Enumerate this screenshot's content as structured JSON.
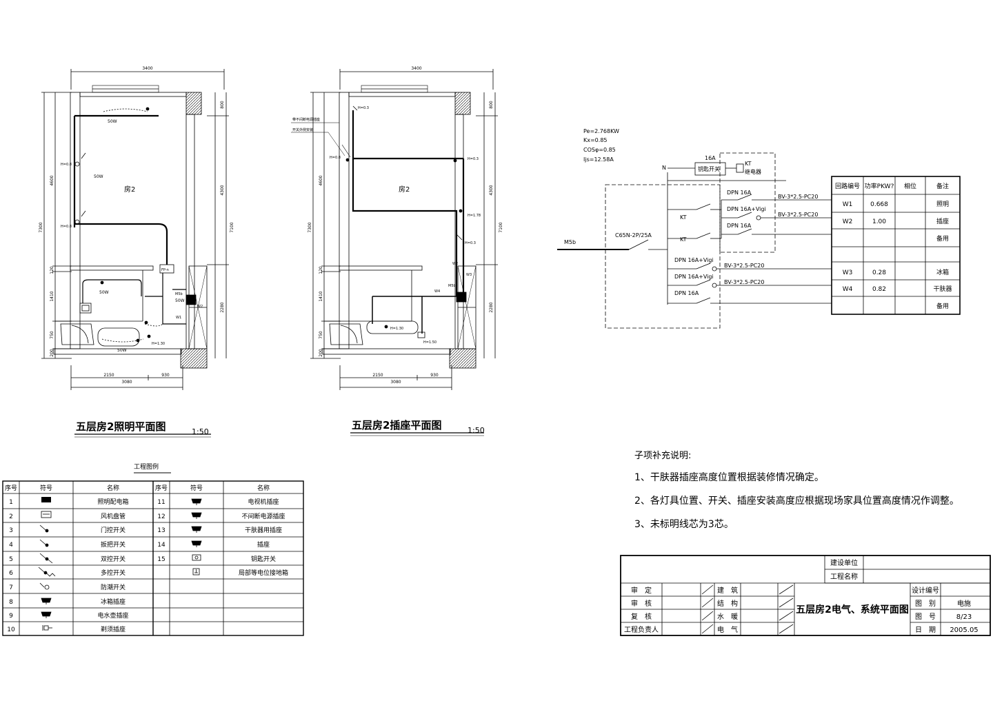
{
  "plan_lighting": {
    "title": "五层房2照明平面图",
    "scale": "1:50",
    "room_label": "房2",
    "dims": {
      "top": "3400",
      "bottom_total": "3080",
      "bottom_left": "2150",
      "bottom_right": "930",
      "left_total": "7300",
      "left_upper": "4600",
      "left_120": "120",
      "left_1410": "1410",
      "left_750": "750",
      "left_200": "200",
      "right_800": "800",
      "right_4300": "4300",
      "right_2280": "2280",
      "right_7100": "7100"
    },
    "labels": {
      "lamp1": "50W",
      "lamp2": "50W",
      "lamp3": "50W",
      "lamp4": "50W",
      "lamp5": "50W",
      "h1": "H=0.8",
      "h2": "H=0.8",
      "h3": "H=1.30",
      "box": "FP-n",
      "panel": "M5b",
      "w1": "W1",
      "w2": "W2"
    }
  },
  "plan_socket": {
    "title": "五层房2插座平面图",
    "scale": "1:50",
    "room_label": "房2",
    "note_line1": "带不间断电源插座",
    "note_line2": "开关外侧安装",
    "dims": {
      "top": "3400",
      "bottom_total": "3080",
      "bottom_left": "2150",
      "bottom_right": "930",
      "left_total": "7300",
      "left_upper": "4600",
      "left_120": "120",
      "left_1410": "1410",
      "left_750": "750",
      "left_200": "200",
      "right_800": "800",
      "right_4300": "4300",
      "right_2280": "2280",
      "right_7100": "7100"
    },
    "labels": {
      "h03a": "H=0.3",
      "h08": "H=0.8",
      "h03b": "H=0.3",
      "h178": "H=1.78",
      "h03c": "H=0.3",
      "h130": "H=1.30",
      "h150": "H=1.50",
      "w2": "W2",
      "w3": "W3",
      "w4": "W4",
      "panel": "M5b"
    }
  },
  "system": {
    "load": [
      "Pe=2.768KW",
      "Kx=0.85",
      "COSφ=0.85",
      "Ijs=12.58A"
    ],
    "incoming": "M5b",
    "main_breaker": "C65N-2P/25A",
    "n_label": "N",
    "key_switch_rating": "16A",
    "key_switch": "钥匙开关",
    "relay_code": "KT",
    "relay": "继电器",
    "kt1": "KT",
    "kt2": "KT",
    "branches": [
      {
        "breaker": "DPN 16A",
        "cable": "BV-3*2.5-PC20"
      },
      {
        "breaker": "DPN 16A+Vigi",
        "cable": "BV-3*2.5-PC20"
      },
      {
        "breaker": "DPN 16A",
        "cable": ""
      },
      {
        "breaker": "DPN 16A+Vigi",
        "cable": "BV-3*2.5-PC20"
      },
      {
        "breaker": "DPN 16A+Vigi",
        "cable": "BV-3*2.5-PC20"
      },
      {
        "breaker": "DPN 16A",
        "cable": ""
      }
    ],
    "table_headers": [
      "回路编号",
      "功率PKW?",
      "相位",
      "备注"
    ],
    "table_rows": [
      [
        "W1",
        "0.668",
        "",
        "照明"
      ],
      [
        "W2",
        "1.00",
        "",
        "插座"
      ],
      [
        "",
        "",
        "",
        "备用"
      ],
      [
        "W3",
        "0.28",
        "",
        "冰箱"
      ],
      [
        "W4",
        "0.82",
        "",
        "干肤器"
      ],
      [
        "",
        "",
        "",
        "备用"
      ]
    ]
  },
  "legend": {
    "title": "工程图例",
    "headers": [
      "序号",
      "符号",
      "名称",
      "序号",
      "符号",
      "名称"
    ],
    "left": [
      {
        "no": "1",
        "icon": "lighting-panel-icon",
        "name": "照明配电箱"
      },
      {
        "no": "2",
        "icon": "fan-coil-icon",
        "name": "风机盘管"
      },
      {
        "no": "3",
        "icon": "door-switch-icon",
        "name": "门控开关"
      },
      {
        "no": "4",
        "icon": "toggle-switch-icon",
        "name": "扳把开关"
      },
      {
        "no": "5",
        "icon": "two-way-switch-icon",
        "name": "双控开关"
      },
      {
        "no": "6",
        "icon": "multi-way-switch-icon",
        "name": "多控开关"
      },
      {
        "no": "7",
        "icon": "delay-switch-icon",
        "name": "防潮开关"
      },
      {
        "no": "8",
        "icon": "fridge-socket-icon",
        "name": "冰箱插座"
      },
      {
        "no": "9",
        "icon": "heater-socket-icon",
        "name": "电水壶插座"
      },
      {
        "no": "10",
        "icon": "shaver-socket-icon",
        "name": "剃须插座"
      }
    ],
    "right": [
      {
        "no": "11",
        "icon": "tv-socket-icon",
        "name": "电视机插座"
      },
      {
        "no": "12",
        "icon": "ups-socket-icon",
        "name": "不间断电源插座"
      },
      {
        "no": "13",
        "icon": "dryer-socket-icon",
        "name": "干肤器用插座"
      },
      {
        "no": "14",
        "icon": "socket-icon",
        "name": "插座"
      },
      {
        "no": "15",
        "icon": "key-switch-icon",
        "name": "钥匙开关"
      },
      {
        "no": "",
        "icon": "bonding-icon",
        "name": "局部等电位接地箱"
      }
    ]
  },
  "notes": {
    "heading": "子项补充说明:",
    "items": [
      "1、干肤器插座高度位置根据装修情况确定。",
      "2、各灯具位置、开关、插座安装高度应根据现场家具位置高度情况作调整。",
      "3、未标明线芯为3芯。"
    ]
  },
  "title_block": {
    "client_label": "建设单位",
    "project_label": "工程名称",
    "approve": "审　定",
    "review": "审　核",
    "check": "复　核",
    "lead": "工程负责人",
    "arch": "建　筑",
    "struct": "结　构",
    "water": "水　暖",
    "elec": "电　气",
    "drawing_title": "五层房2电气、系统平面图",
    "design_no_label": "设计编号",
    "category_label": "图　别",
    "category_value": "电施",
    "sheet_label": "图　号",
    "sheet_value": "8/23",
    "date_label": "日　期",
    "date_value": "2005.05"
  }
}
